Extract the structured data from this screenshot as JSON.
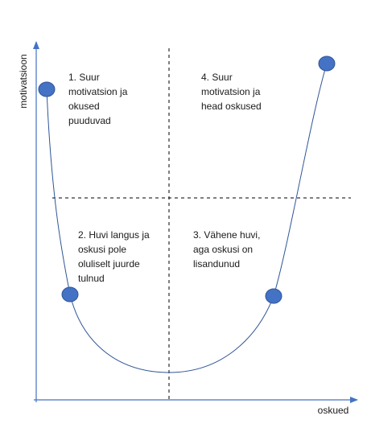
{
  "axes": {
    "x_label": "oskued",
    "y_label": "motivatsioon"
  },
  "quadrants": [
    {
      "id": 1,
      "lines": [
        "1. Suur",
        "motivatsion ja",
        "okused",
        "puuduvad"
      ]
    },
    {
      "id": 2,
      "lines": [
        "2. Huvi langus ja",
        "oskusi pole",
        "oluliselt juurde",
        "tulnud"
      ]
    },
    {
      "id": 3,
      "lines": [
        "3. Vähene huvi,",
        "aga oskusi on",
        "lisandunud"
      ]
    },
    {
      "id": 4,
      "lines": [
        "4. Suur",
        "motivatsion ja",
        "head oskused"
      ]
    }
  ],
  "colors": {
    "axis": "#4472c4",
    "curve": "#2f5597",
    "marker_fill": "#4472c4",
    "marker_stroke": "#2f5597",
    "divider": "#000000",
    "text": "#1a1a1a"
  }
}
